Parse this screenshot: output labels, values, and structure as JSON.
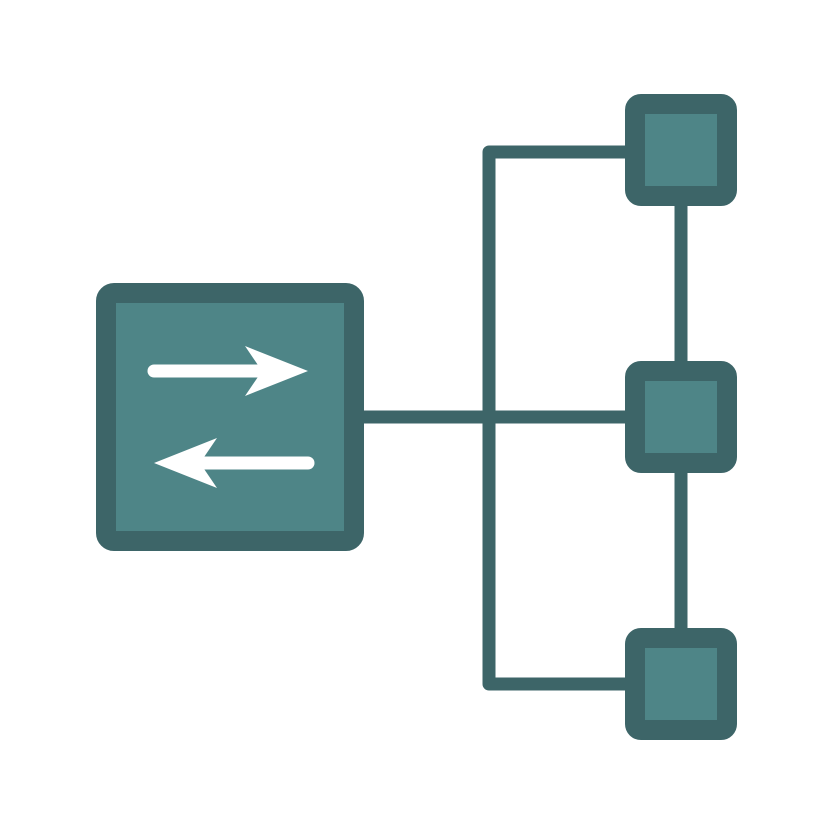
{
  "diagram": {
    "icon": "network-switch-topology-icon",
    "colors": {
      "background": "#ffffff",
      "outline": "#3d6568",
      "fill": "#4e8587",
      "arrow": "#ffffff"
    },
    "hub": {
      "icon": "switch-icon",
      "arrows": [
        "arrow-right-icon",
        "arrow-left-icon"
      ]
    },
    "nodes": [
      {
        "id": "node-top",
        "icon": "node-square-icon"
      },
      {
        "id": "node-middle",
        "icon": "node-square-icon"
      },
      {
        "id": "node-bottom",
        "icon": "node-square-icon"
      }
    ]
  }
}
